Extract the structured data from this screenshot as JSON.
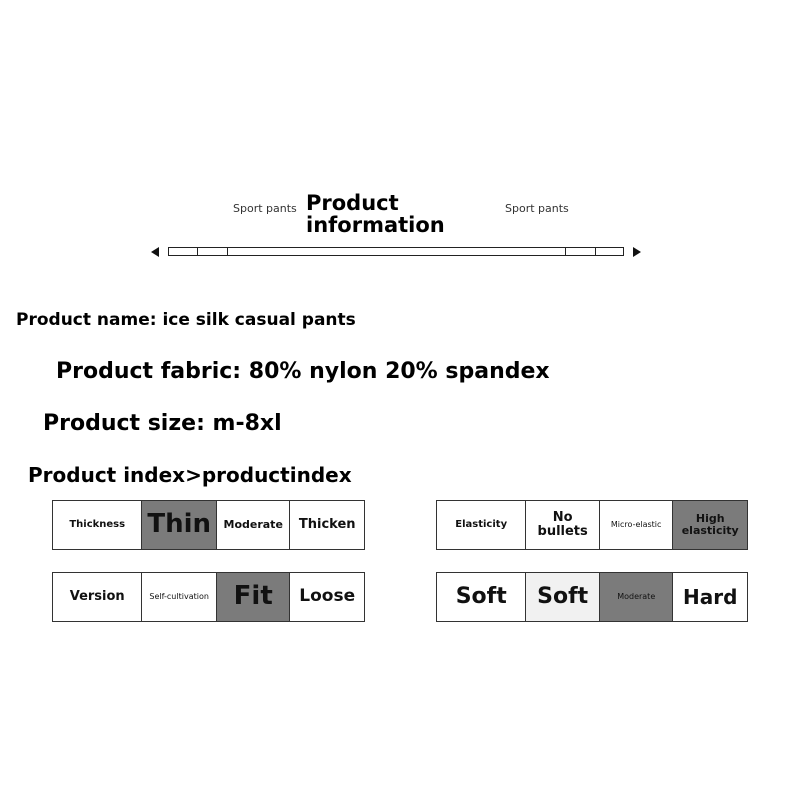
{
  "header": {
    "left_label": "Sport pants",
    "right_label": "Sport pants",
    "title_line1": "Product",
    "title_line2": "information"
  },
  "specs": {
    "name": "Product name: ice silk casual pants",
    "fabric": "Product fabric: 80% nylon 20% spandex",
    "size": "Product size: m-8xl",
    "index": "Product index>productindex"
  },
  "tables": {
    "thickness": {
      "header": "Thickness",
      "options": [
        "Thin",
        "Moderate",
        "Thicken"
      ],
      "selected": "Thin"
    },
    "elasticity": {
      "header": "Elasticity",
      "options": [
        "No bullets",
        "Micro-elastic",
        "High elasticity"
      ],
      "selected": "High elasticity"
    },
    "version": {
      "header": "Version",
      "options": [
        "Self-cultivation",
        "Fit",
        "Loose"
      ],
      "selected": "Fit"
    },
    "softness": {
      "header": "Soft",
      "options": [
        "Soft",
        "Moderate",
        "Hard"
      ],
      "selected": "Moderate"
    }
  }
}
